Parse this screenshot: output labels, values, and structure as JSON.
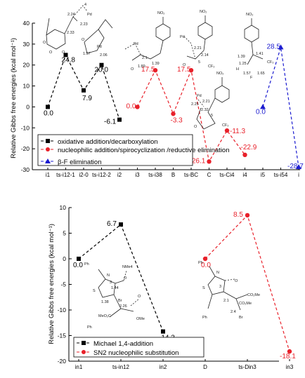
{
  "chart_data": [
    {
      "type": "line",
      "ylabel": "Relative Gibbs free energies (kcal mol⁻¹)",
      "ylim": [
        -30,
        40
      ],
      "yticks": [
        -30,
        -20,
        -10,
        0,
        10,
        20,
        30,
        40
      ],
      "grid": false,
      "legend_position": "lower-left",
      "categories": [
        "i1",
        "ts-i12-1",
        "i2-0",
        "ts-i12-2",
        "i2",
        "i3",
        "ts-i38",
        "B",
        "ts-BC",
        "C",
        "ts-Ci4",
        "i4",
        "i5",
        "ts-i54",
        "i"
      ],
      "series": [
        {
          "name": "oxidative addition/decarboxylation",
          "color": "#000000",
          "marker": "square",
          "points": [
            {
              "x": "i1",
              "y": 0.0,
              "label": "0.0"
            },
            {
              "x": "ts-i12-1",
              "y": 24.8,
              "label": "24.8"
            },
            {
              "x": "i2-0",
              "y": 7.9,
              "label": "7.9"
            },
            {
              "x": "ts-i12-2",
              "y": 20.0,
              "label": "20.0"
            },
            {
              "x": "i2",
              "y": -6.1,
              "label": "-6.1"
            }
          ]
        },
        {
          "name": "nucleophilic addition/spirocyclization /reductive elimination",
          "color": "#e8202a",
          "marker": "circle",
          "points": [
            {
              "x": "i3",
              "y": 0.0,
              "label": "0.0"
            },
            {
              "x": "ts-i38",
              "y": 17.5,
              "label": "17.5"
            },
            {
              "x": "B",
              "y": -3.3,
              "label": "-3.3"
            },
            {
              "x": "ts-BC",
              "y": 17.5,
              "label": "17.5"
            },
            {
              "x": "C",
              "y": -26.1,
              "label": "-26.1"
            },
            {
              "x": "ts-Ci4",
              "y": -11.3,
              "label": "-11.3"
            },
            {
              "x": "i4",
              "y": -22.9,
              "label": "-22.9"
            }
          ]
        },
        {
          "name": "β-F elimination",
          "color": "#1c1cd0",
          "marker": "triangle",
          "points": [
            {
              "x": "i5",
              "y": 0.0,
              "label": "0.0"
            },
            {
              "x": "ts-i54",
              "y": 28.5,
              "label": "28.5"
            },
            {
              "x": "i",
              "y": -28.7,
              "label": "-28.7"
            }
          ]
        }
      ],
      "structure_labels": {
        "s1": {
          "pd": "Pd",
          "o1": "O",
          "o2": "O",
          "o3": "O",
          "d1": "2.24",
          "d2": "2.23",
          "d3": "2.33",
          "n": "4"
        },
        "s2": {
          "pd": "Pd",
          "o": "O",
          "o2": "O",
          "d1": "1.57",
          "d2": "2.06"
        },
        "s3": {
          "pd": "Pd",
          "o": "O",
          "no2": "NO₂",
          "d1": "2.1",
          "d2": "1.89",
          "d3": "1.39"
        },
        "s4": {
          "pd": "Pd",
          "o": "O",
          "no2": "NO₂",
          "cf2": "CF₂",
          "d1": "2.21",
          "d2": "2.14",
          "d3": "5"
        },
        "s5": {
          "pd": "Pd",
          "o": "O",
          "no2": "NO₂",
          "cf2": "CF₂",
          "d1": "2.25",
          "d2": "2.21",
          "d3": "2.32",
          "n": "5"
        },
        "s6": {
          "no2": "NO₂",
          "cf2": "CF₂",
          "h": "H",
          "f": "F",
          "d1": "1.39",
          "d2": "1.41",
          "d3": "1.25",
          "d4": "1.57",
          "d5": "1.65"
        }
      }
    },
    {
      "type": "line",
      "ylabel": "Relative Gibbs free energies (kcal mol⁻¹)",
      "ylim": [
        -20,
        10
      ],
      "yticks": [
        -20,
        -15,
        -10,
        -5,
        0,
        5,
        10
      ],
      "grid": false,
      "legend_position": "lower-left",
      "categories": [
        "in1",
        "ts-in12",
        "in2",
        "D",
        "ts-Din3",
        "in3"
      ],
      "series": [
        {
          "name": "Michael 1,4-addition",
          "color": "#000000",
          "marker": "square",
          "points": [
            {
              "x": "in1",
              "y": 0.0,
              "label": "0.0"
            },
            {
              "x": "ts-in12",
              "y": 6.7,
              "label": "6.7"
            },
            {
              "x": "in2",
              "y": -14.2,
              "label": "-14.2"
            }
          ]
        },
        {
          "name": "SN2 nucleophilic substitution",
          "color": "#e8202a",
          "marker": "circle",
          "points": [
            {
              "x": "D",
              "y": 0.0,
              "label": "0.0"
            },
            {
              "x": "ts-Din3",
              "y": 8.5,
              "label": "8.5"
            },
            {
              "x": "in3",
              "y": -18.1,
              "label": "-18.1"
            }
          ]
        }
      ],
      "structure_labels": {
        "s1": {
          "ph1": "Ph",
          "ph2": "Ph",
          "s": "S",
          "n": "N",
          "o": "O",
          "nme4": "NMe4",
          "br": "Br",
          "o2": "O",
          "meo2c": "MeO₂C",
          "ome": "OMe",
          "d1": "1.44",
          "d2": "1.38",
          "d3": "2.26",
          "n3": "3"
        },
        "s2": {
          "ph1": "Ph",
          "ph2": "Ph",
          "s": "S",
          "n": "N",
          "o": "O",
          "co2me1": "CO₂Me",
          "co2me2": "CO₂Me",
          "br": "Br",
          "d1": "2.1",
          "d2": "2.4",
          "n3": "3"
        }
      }
    }
  ]
}
